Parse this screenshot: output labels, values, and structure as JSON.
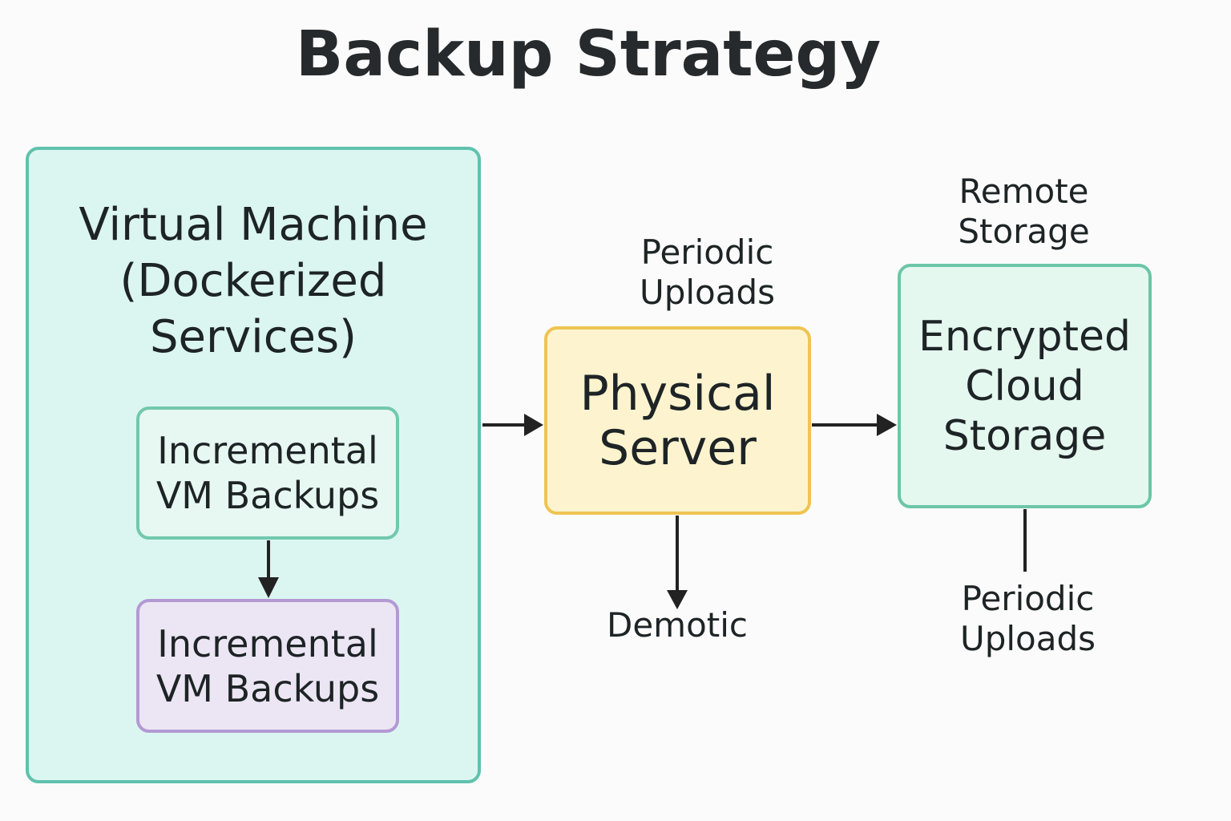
{
  "title": "Backup Strategy",
  "nodes": {
    "virtual_machine": {
      "lines": [
        "Virtual Machine",
        "(Dockerized",
        "Services)"
      ],
      "fill": "#dbf6f1",
      "border": "#5fc2ad"
    },
    "incremental_backups_1": {
      "lines": [
        "Incremental",
        "VM Backups"
      ],
      "fill": "#e6f8f1",
      "border": "#72c8ad"
    },
    "incremental_backups_2": {
      "lines": [
        "Incremental",
        "VM Backups"
      ],
      "fill": "#ece6f4",
      "border": "#b39ad3"
    },
    "physical_server": {
      "lines": [
        "Physical",
        "Server"
      ],
      "fill": "#fdf4cf",
      "border": "#eec452"
    },
    "cloud_storage": {
      "lines": [
        "Encrypted",
        "Cloud",
        "Storage"
      ],
      "fill": "#e4f8ef",
      "border": "#6cc6a8"
    }
  },
  "labels": {
    "periodic_uploads_top": [
      "Periodic",
      "Uploads"
    ],
    "remote_storage": [
      "Remote",
      "Storage"
    ],
    "demotic": "Demotic",
    "periodic_uploads_bottom": [
      "Periodic",
      "Uploads"
    ]
  },
  "connectors": [
    {
      "from": "incremental_backups_1",
      "to": "incremental_backups_2",
      "arrow": true
    },
    {
      "from": "virtual_machine",
      "to": "physical_server",
      "arrow": true
    },
    {
      "from": "physical_server",
      "to": "cloud_storage",
      "arrow": true
    },
    {
      "from": "physical_server",
      "to": "demotic",
      "arrow": true
    },
    {
      "from": "cloud_storage",
      "to": "periodic_uploads_bottom",
      "arrow": false
    }
  ],
  "colors": {
    "arrow": "#222222",
    "text": "#1e2426",
    "background": "#fbfbfb"
  }
}
